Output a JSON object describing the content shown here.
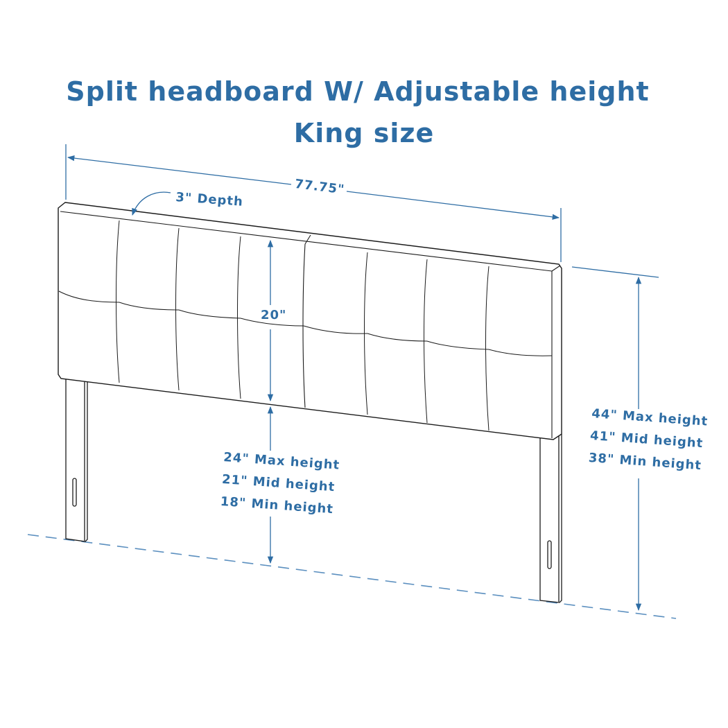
{
  "header": {
    "title": "Split headboard W/ Adjustable height",
    "subtitle": "King size"
  },
  "colors": {
    "accent": "#2e6da4",
    "outline": "#1a1a1a",
    "background": "#ffffff",
    "floor_line": "#5b8fbf"
  },
  "dimensions": {
    "width": "77.75\"",
    "depth": "3\" Depth",
    "panel_height": "20\"",
    "leg_clearance": {
      "max": "24\" Max height",
      "mid": "21\" Mid height",
      "min": "18\" Min height"
    },
    "overall_height": {
      "max": "44\" Max height",
      "mid": "41\" Mid height",
      "min": "38\" Min height"
    }
  },
  "product": {
    "panels": 2,
    "tufts_per_panel_columns": 4,
    "tufts_rows": 2,
    "legs": 2
  }
}
